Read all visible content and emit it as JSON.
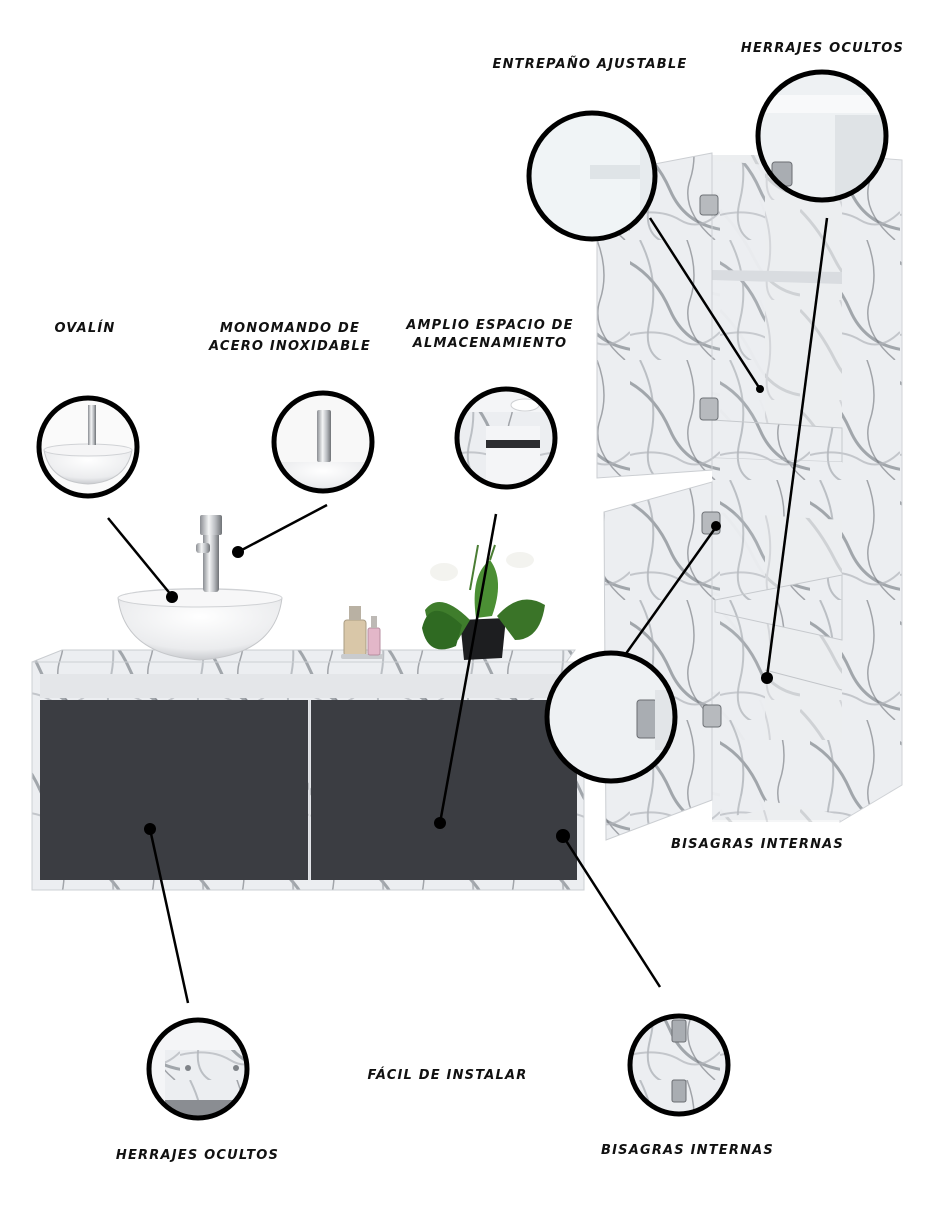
{
  "labels": {
    "ovalin": "OVALÍN",
    "monomando_line1": "MONOMANDO DE",
    "monomando_line2": "ACERO INOXIDABLE",
    "amplio_line1": "AMPLIO ESPACIO DE",
    "amplio_line2": "ALMACENAMIENTO",
    "entrepano": "ENTREPAÑO AJUSTABLE",
    "herrajes_top": "HERRAJES OCULTOS",
    "bisagras_mid": "BISAGRAS INTERNAS",
    "facil": "FÁCIL DE INSTALAR",
    "herrajes_bottom": "HERRAJES OCULTOS",
    "bisagras_bottom": "BISAGRAS INTERNAS"
  },
  "colors": {
    "cabinet_front": "#3b3d42",
    "marble_base": "#e9ebee",
    "marble_vein": "#8d9096",
    "callout_ring": "#000000",
    "leaf_green": "#3f7d2c"
  }
}
